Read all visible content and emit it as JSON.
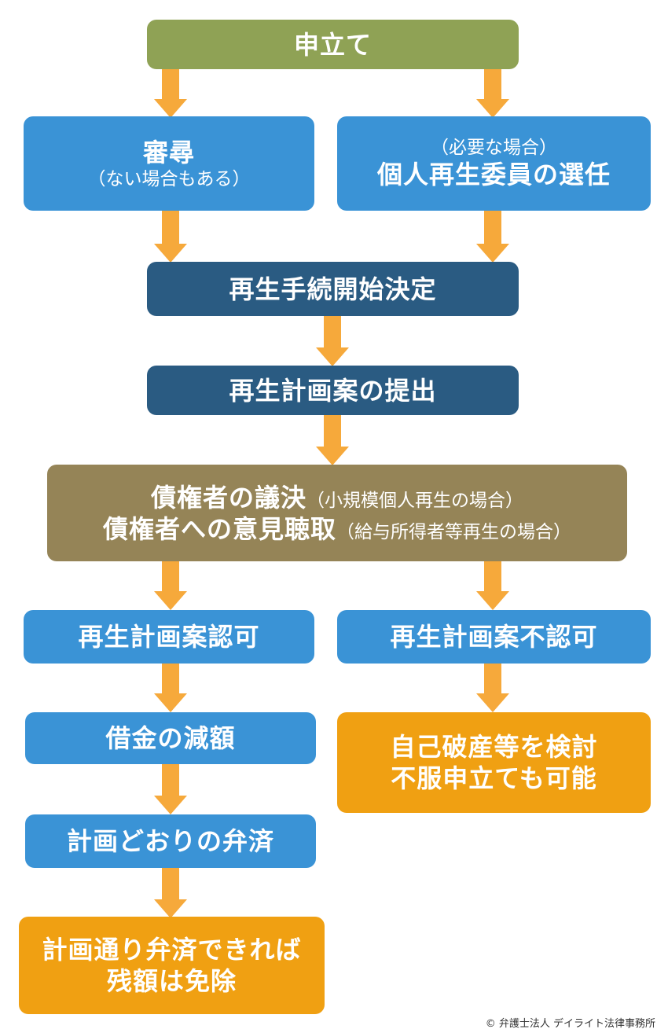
{
  "nodes": {
    "application": "申立て",
    "examination": {
      "main": "審尋",
      "sub": "（ない場合もある）"
    },
    "commissioner": {
      "sub": "（必要な場合）",
      "main": "個人再生委員の選任"
    },
    "commencement": "再生手続開始決定",
    "plan_submission": "再生計画案の提出",
    "creditors": {
      "line1_main": "債権者の議決",
      "line1_sub": "（小規模個人再生の場合）",
      "line2_main": "債権者への意見聴取",
      "line2_sub": "（給与所得者等再生の場合）"
    },
    "approval": "再生計画案認可",
    "disapproval": "再生計画案不認可",
    "reduction": "借金の減額",
    "repayment": "計画どおりの弁済",
    "exemption": {
      "line1": "計画通り弁済できれば",
      "line2": "残額は免除"
    },
    "alternative": {
      "line1": "自己破産等を検討",
      "line2": "不服申立ても可能"
    }
  },
  "credit": "© 弁護士法人 デイライト法律事務所",
  "colors": {
    "olive": "#8fa255",
    "blue": "#3a93d6",
    "navy": "#2a5b82",
    "brown": "#958457",
    "orange": "#f0a012",
    "arrow": "#f6a93b"
  }
}
